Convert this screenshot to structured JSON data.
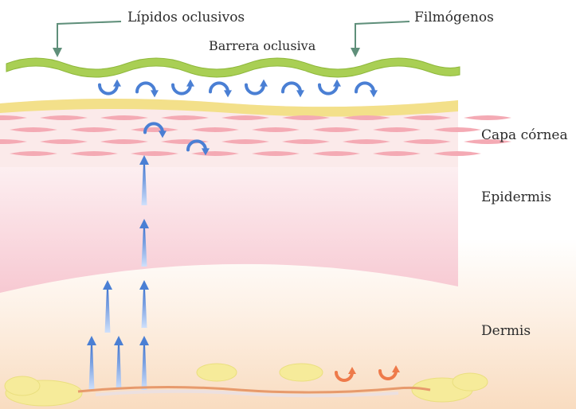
{
  "labels": {
    "lipidos_oclusivos": "Lípidos oclusivos",
    "filmogenos": "Filmógenos",
    "barrera_oclusiva": "Barrera oclusiva",
    "capa_cornea": "Capa córnea",
    "epidermis": "Epidermis",
    "dermis": "Dermis"
  },
  "colors": {
    "barrier_green": "#a9cf54",
    "pointer_green": "#5f8f7a",
    "arrow_blue": "#4a7fd4",
    "arrow_orange": "#ee7a4a",
    "corneocyte_pink": "#f4aab4",
    "lipid_yellow": "#f3e08a",
    "epidermis_pink": "#f8d5dc",
    "dermis_peach": "#fbe4cc",
    "fat_yellow": "#f6eb9a",
    "vessel_orange": "#e79a6c"
  },
  "icons": {
    "loop_arrow": "curved-loop-arrow-icon",
    "up_arrow": "upward-arrow-icon",
    "pointer": "label-pointer-arrow-icon"
  }
}
